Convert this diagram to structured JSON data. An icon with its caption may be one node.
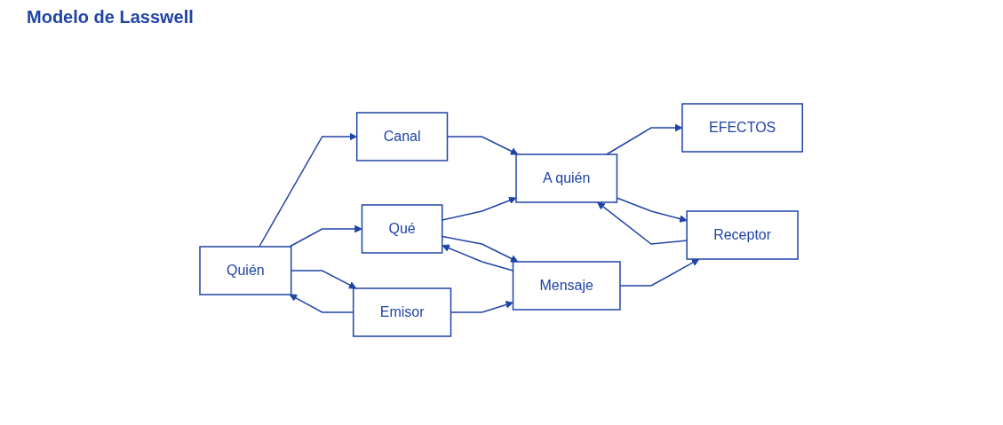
{
  "diagram": {
    "title": "Modelo de Lasswell",
    "nodes": [
      {
        "text": [
          "Canal"
        ]
      },
      {
        "text": [
          "Quién"
        ]
      },
      {
        "text": [
          "Qué"
        ]
      },
      {
        "text": [
          "A quién"
        ]
      },
      {
        "text": [
          "EFECTOS"
        ]
      },
      {
        "text": [
          "Emisor"
        ]
      },
      {
        "text": [
          "Mensaje"
        ]
      },
      {
        "text": [
          "Receptor"
        ]
      }
    ],
    "edges": [
      {
        "from": 1,
        "to": 0,
        "arrow": "to"
      },
      {
        "from": 0,
        "to": 3,
        "arrow": "to"
      },
      {
        "from": 1,
        "to": 2,
        "arrow": "to"
      },
      {
        "from": 2,
        "to": 3,
        "arrow": "to"
      },
      {
        "from": 3,
        "to": 4,
        "arrow": "to"
      },
      {
        "from": 1,
        "to": 5,
        "arrow": "to"
      },
      {
        "from": 5,
        "to": 1,
        "arrow": "to"
      },
      {
        "from": 2,
        "to": 6,
        "arrow": "to"
      },
      {
        "from": 6,
        "to": 2,
        "arrow": "to"
      },
      {
        "from": 3,
        "to": 7,
        "arrow": "to"
      },
      {
        "from": 7,
        "to": 3,
        "arrow": "to"
      },
      {
        "from": 5,
        "to": 6,
        "arrow": "to"
      },
      {
        "from": 6,
        "to": 7,
        "arrow": "to"
      }
    ]
  }
}
